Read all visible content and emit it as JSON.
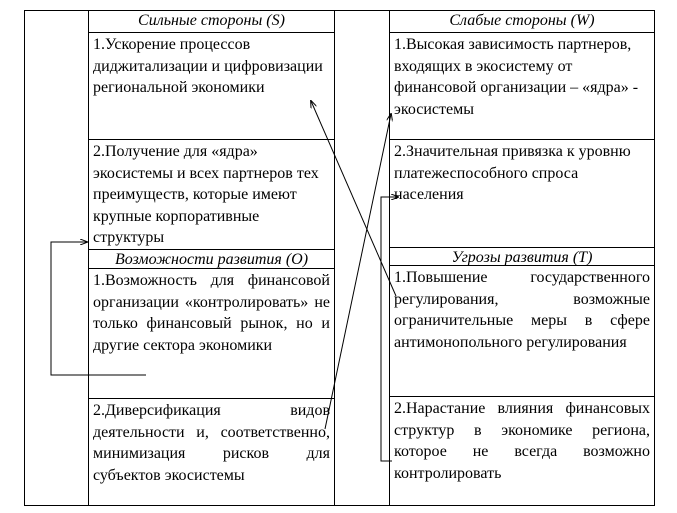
{
  "strengths": {
    "title": "Сильные стороны (S)",
    "items": [
      "1.Ускорение процессов диджитализации и цифровизации региональной экономики",
      "2.Получение для «ядра» экосистемы и всех партнеров тех преимуществ, которые имеют крупные корпоративные структуры"
    ]
  },
  "weaknesses": {
    "title": "Слабые стороны (W)",
    "items": [
      "1.Высокая зависимость партнеров, входящих в экосистему от финансовой организации – «ядра» - экосистемы",
      "2.Значительная привязка к уровню платежеспособного спроса населения"
    ]
  },
  "opportunities": {
    "title": "Возможности развития (O)",
    "items": [
      "1.Возможность для финансовой организации «контролировать» не только финансовый рынок, но и другие сектора экономики",
      "2.Диверсификация видов деятельности и, соответственно, минимизация рисков для субъектов экосистемы"
    ]
  },
  "threats": {
    "title": "Угрозы развития (T)",
    "items": [
      "1.Повышение государственного регулирования, возможные ограничительные меры в сфере антимонопольного регулирования",
      "2.Нарастание влияния финансовых структур в экономике региона, которое не всегда возможно контролировать"
    ]
  }
}
